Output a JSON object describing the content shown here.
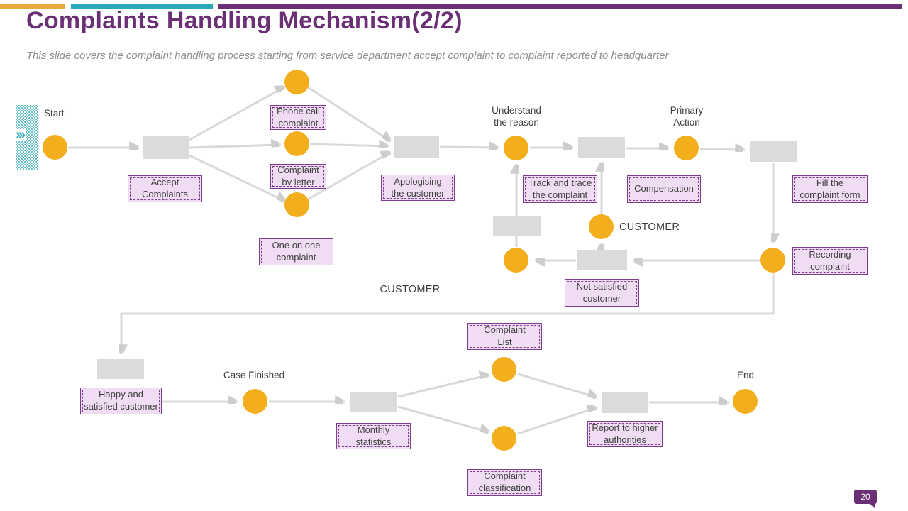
{
  "slide": {
    "title": "Complaints Handling Mechanism(2/2)",
    "subtitle": "This slide covers the complaint handling process starting from service department accept complaint to complaint reported to headquarter",
    "page_number": "20"
  },
  "icons": {
    "chevrons": "›››"
  },
  "colors": {
    "accent_yellow": "#E9A93C",
    "accent_teal": "#27A8B4",
    "accent_purple": "#6B2F76",
    "node_circle_yellow": "#F2AE1C",
    "node_rect_gray": "#DBDBDB",
    "label_box_fill": "#F0DCF3",
    "label_box_border": "#7C3F8D",
    "connector_gray": "#D8D8D8"
  },
  "flowchart": {
    "labels": {
      "start": "Start",
      "understand": "Understand\nthe reason",
      "primary": "Primary\nAction",
      "customer_upper": "CUSTOMER",
      "customer_lower": "CUSTOMER",
      "case_finished": "Case Finished",
      "end": "End"
    },
    "boxes": {
      "accept": "Accept\nComplaints",
      "phone": "Phone call\ncomplaint",
      "letter": "Complaint\nby letter",
      "one_on_one": "One on one\ncomplaint",
      "apologising": "Apologising\nthe customer",
      "track": "Track and trace\nthe complaint",
      "compensation": "Compensation",
      "fill_form": "Fill the\ncomplaint form",
      "recording": "Recording\ncomplaint",
      "not_satisfied": "Not satisfied\ncustomer",
      "happy": "Happy and\nsatisfied customer",
      "monthly": "Monthly\nstatistics",
      "complaint_list": "Complaint\nList",
      "classification": "Complaint\nclassification",
      "report": "Report to higher\nauthorities"
    }
  }
}
